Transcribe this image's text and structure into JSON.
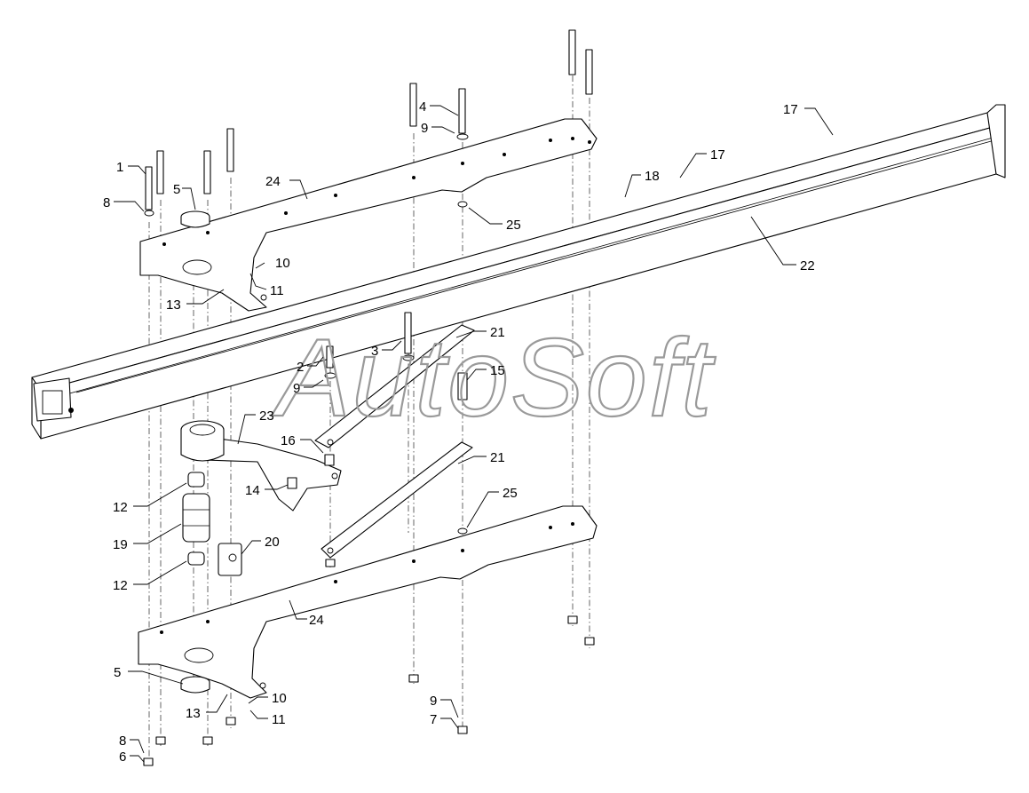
{
  "watermark": "AutoSoft",
  "callouts": [
    {
      "label": "1"
    },
    {
      "label": "8"
    },
    {
      "label": "5"
    },
    {
      "label": "24"
    },
    {
      "label": "10"
    },
    {
      "label": "11"
    },
    {
      "label": "13"
    },
    {
      "label": "4"
    },
    {
      "label": "9"
    },
    {
      "label": "25"
    },
    {
      "label": "17"
    },
    {
      "label": "18"
    },
    {
      "label": "17"
    },
    {
      "label": "22"
    },
    {
      "label": "3"
    },
    {
      "label": "2"
    },
    {
      "label": "9"
    },
    {
      "label": "21"
    },
    {
      "label": "15"
    },
    {
      "label": "23"
    },
    {
      "label": "16"
    },
    {
      "label": "14"
    },
    {
      "label": "12"
    },
    {
      "label": "19"
    },
    {
      "label": "12"
    },
    {
      "label": "20"
    },
    {
      "label": "21"
    },
    {
      "label": "25"
    },
    {
      "label": "24"
    },
    {
      "label": "5"
    },
    {
      "label": "13"
    },
    {
      "label": "10"
    },
    {
      "label": "11"
    },
    {
      "label": "9"
    },
    {
      "label": "7"
    },
    {
      "label": "8"
    },
    {
      "label": "6"
    }
  ]
}
